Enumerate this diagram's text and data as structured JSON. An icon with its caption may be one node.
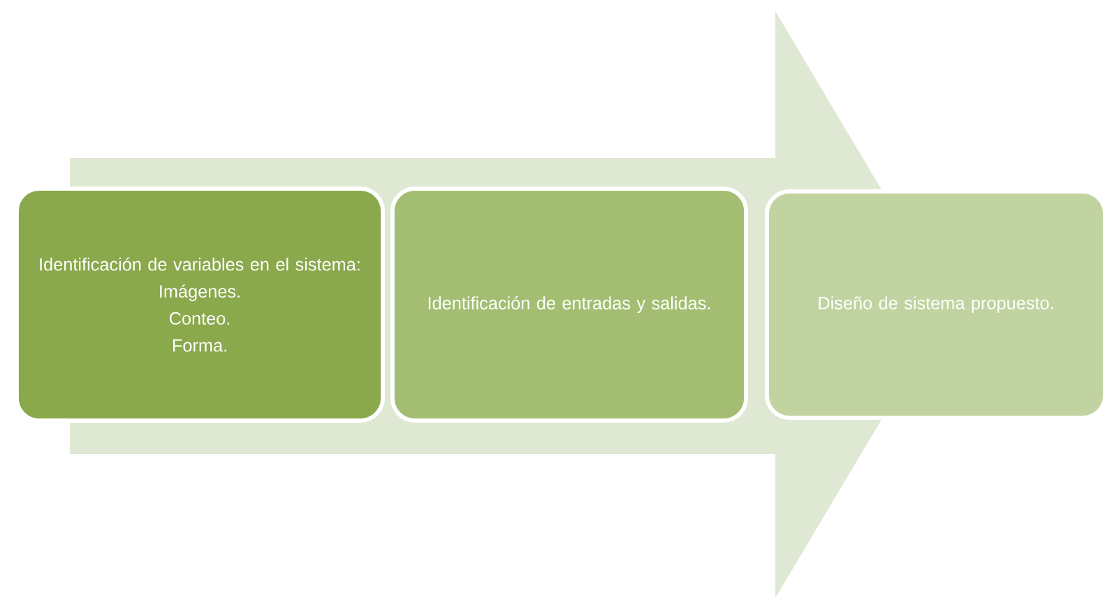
{
  "diagram": {
    "nodes": [
      {
        "text": [
          "Identificación de variables en el sistema:",
          "Imágenes.",
          "Conteo.",
          "Forma."
        ]
      },
      {
        "text": [
          "Identificación de entradas y salidas."
        ]
      },
      {
        "text": [
          "Diseño de sistema propuesto."
        ]
      }
    ],
    "edges": [
      {
        "from": 0,
        "to": 2,
        "arrow": "to"
      }
    ]
  }
}
